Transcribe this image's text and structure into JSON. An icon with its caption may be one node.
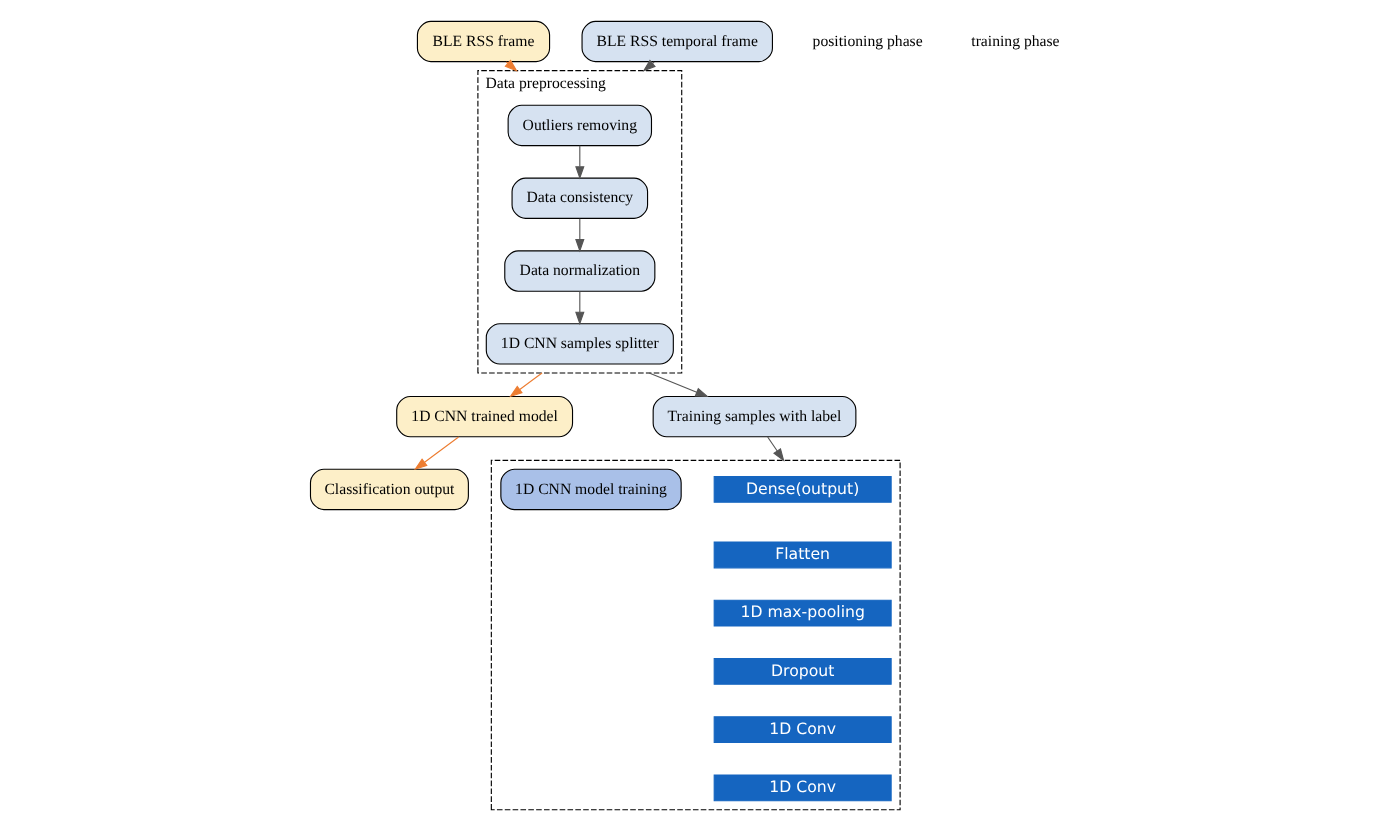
{
  "diagram": {
    "nodes": [
      {
        "text": [
          "BLE RSS frame"
        ]
      },
      {
        "text": [
          "Data preprocessing"
        ]
      },
      {
        "text": [
          "Outliers removing"
        ],
        "in": 1
      },
      {
        "text": [
          "Data consistency"
        ],
        "in": 1
      },
      {
        "text": [
          "Data normalization"
        ],
        "in": 1
      },
      {
        "text": [
          "1D CNN samples splitter"
        ],
        "in": 1
      },
      {
        "text": [
          "Classification output"
        ]
      },
      {
        "text": [
          "1D CNN trained model"
        ]
      },
      {
        "text": [
          "BLE RSS temporal frame"
        ]
      },
      {
        "text": [],
        "shape": "box"
      },
      {
        "text": [
          "Dense(output)"
        ],
        "in": 9
      },
      {
        "text": [
          "Flatten"
        ],
        "in": 9
      },
      {
        "text": [
          "1D max-pooling"
        ],
        "in": 9
      },
      {
        "text": [
          "Dropout"
        ],
        "in": 9
      },
      {
        "text": [
          "1D Conv"
        ],
        "in": 9
      },
      {
        "text": [
          "1D Conv"
        ],
        "in": 9
      },
      {
        "text": [
          "1D CNN model training"
        ],
        "in": 9
      },
      {
        "text": [
          "Training samples with label"
        ]
      }
    ],
    "edges": [
      {
        "from": 0,
        "to": 1,
        "arrow": "to",
        "color": "#ed7d31"
      },
      {
        "from": 2,
        "to": 3,
        "arrow": "to"
      },
      {
        "from": 3,
        "to": 4,
        "arrow": "to"
      },
      {
        "from": 4,
        "to": 5,
        "arrow": "to"
      },
      {
        "from": 1,
        "to": 7,
        "arrow": "to",
        "color": "#ed7d31"
      },
      {
        "from": 7,
        "to": 6,
        "arrow": "to",
        "color": "#ed7d31"
      },
      {
        "from": 8,
        "to": 1,
        "arrow": "to"
      },
      {
        "from": 1,
        "to": 17,
        "arrow": "to"
      },
      {
        "from": 17,
        "to": 9,
        "arrow": "to"
      }
    ],
    "labels": [
      "positioning phase",
      "training phase"
    ]
  }
}
